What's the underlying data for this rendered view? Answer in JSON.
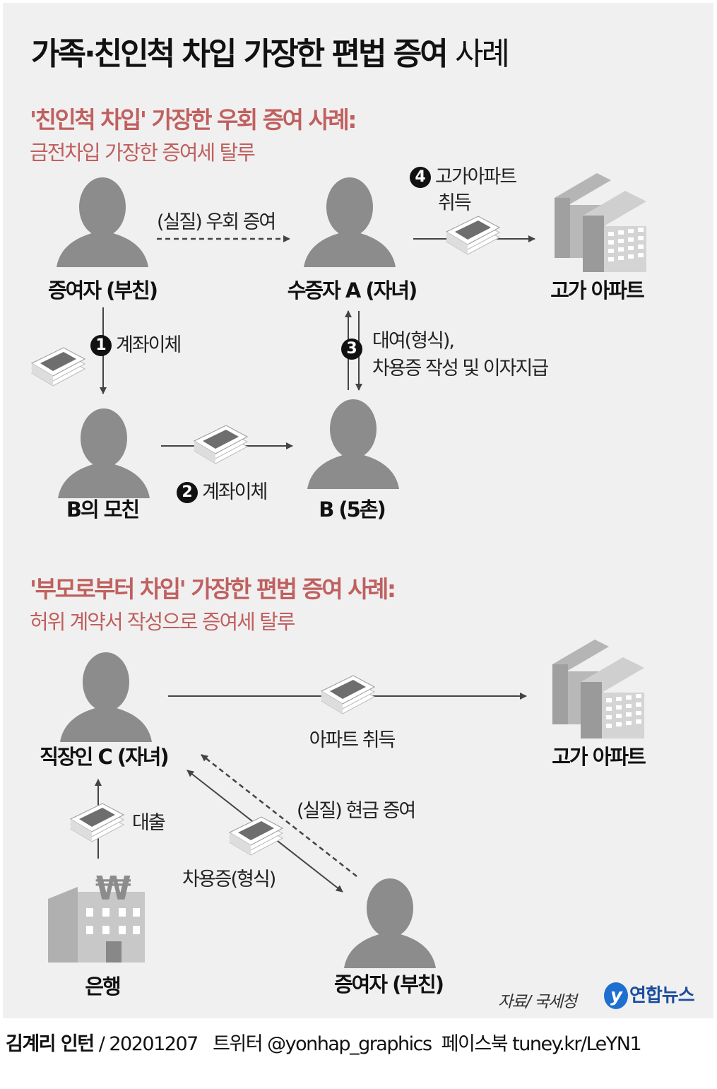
{
  "title": {
    "bold": "가족·친인척 차입 가장한 편법 증여",
    "light": "사례"
  },
  "case1": {
    "heading": "'친인척 차입' 가장한 우회 증여 사례:",
    "subheading": "금전차입 가장한 증여세 탈루",
    "nodes": {
      "donor": "증여자 (부친)",
      "recipient": "수증자 A (자녀)",
      "apartment": "고가 아파트",
      "b_mother": "B의 모친",
      "b": "B (5촌)"
    },
    "edges": {
      "indirect_gift": "(실질) 우회 증여",
      "step1": {
        "num": "1",
        "label": "계좌이체"
      },
      "step2": {
        "num": "2",
        "label": "계좌이체"
      },
      "step3": {
        "num": "3",
        "line1": "대여(형식),",
        "line2": "차용증 작성 및 이자지급"
      },
      "step4": {
        "num": "4",
        "line1": "고가아파트",
        "line2": "취득"
      }
    }
  },
  "case2": {
    "heading": "'부모로부터 차입' 가장한 편법 증여 사례:",
    "subheading": "허위 계약서 작성으로 증여세 탈루",
    "nodes": {
      "worker": "직장인 C (자녀)",
      "apartment": "고가 아파트",
      "bank": "은행",
      "donor": "증여자 (부친)"
    },
    "edges": {
      "purchase": "아파트 취득",
      "loan": "대출",
      "cash_gift": "(실질) 현금 증여",
      "iou": "차용증(형식)"
    },
    "bank_symbol": "₩"
  },
  "source": "자료/ 국세청",
  "logo": {
    "mark": "y",
    "text": "연합뉴스"
  },
  "footer": {
    "author": "김계리 인턴",
    "date": "/ 20201207",
    "twitter": "트위터 @yonhap_graphics",
    "facebook": "페이스북 tuney.kr/LeYN1"
  },
  "colors": {
    "accent": "#c0605f",
    "figure": "#8c8c8c",
    "background": "#f0f0f0",
    "logo": "#1d4e9e"
  }
}
